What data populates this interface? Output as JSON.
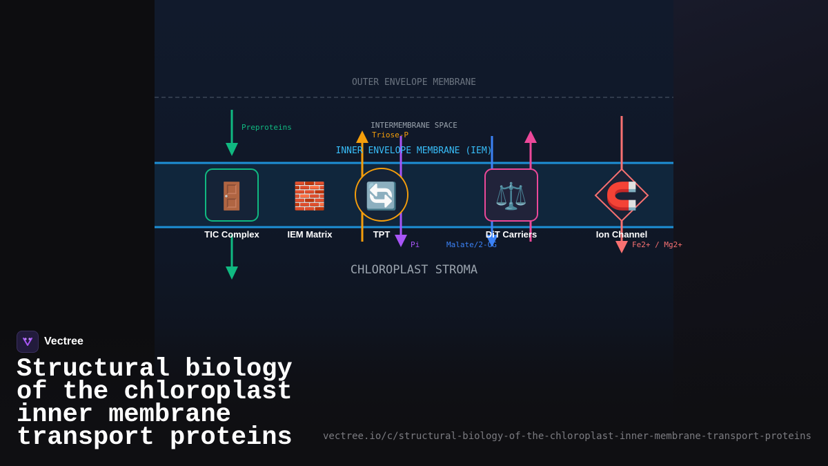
{
  "diagram": {
    "outer_membrane_label": "OUTER ENVELOPE MEMBRANE",
    "intermembrane_space_label": "INTERMEMBRANE SPACE",
    "inner_membrane_label": "INNER ENVELOPE MEMBRANE (IEM)",
    "stroma_label": "CHLOROPLAST STROMA",
    "flows": {
      "preproteins": "Preproteins",
      "triose_p": "Triose-P",
      "pi": "Pi",
      "malate": "Malate/2-OG",
      "metals": "Fe2+ / Mg2+"
    },
    "proteins": [
      {
        "name": "TIC Complex",
        "icon": "door-icon",
        "glyph": "🚪",
        "color": "#10b981"
      },
      {
        "name": "IEM Matrix",
        "icon": "brick-icon",
        "glyph": "🧱",
        "color": "#e05a4f"
      },
      {
        "name": "TPT",
        "icon": "cycle-arrows-icon",
        "glyph": "🔄",
        "color": "#f59e0b"
      },
      {
        "name": "DiT Carriers",
        "icon": "balance-scale-icon",
        "glyph": "⚖️",
        "color": "#ec4899"
      },
      {
        "name": "Ion Channel",
        "icon": "magnet-icon",
        "glyph": "🧲",
        "color": "#f87171"
      }
    ],
    "colors": {
      "membrane": "#1e90d6",
      "preproteins": "#10b981",
      "triose_p": "#f59e0b",
      "pi": "#a855f7",
      "malate": "#3b82f6",
      "dit": "#ec4899",
      "metals": "#f87171"
    }
  },
  "brand": {
    "name": "Vectree",
    "logo_icon": "vectree-logo-icon"
  },
  "title": "Structural biology of the chloroplast inner membrane transport proteins",
  "url": "vectree.io/c/structural-biology-of-the-chloroplast-inner-membrane-transport-proteins"
}
